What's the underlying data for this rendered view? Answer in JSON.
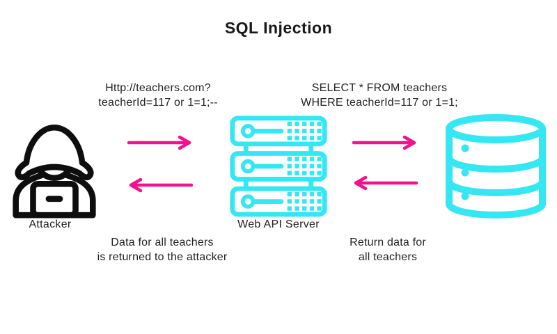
{
  "title": "SQL Injection",
  "colors": {
    "cyan": "#35e7f2",
    "pink": "#f5108e",
    "ink": "#0e0e0e",
    "text": "#1f1f1f"
  },
  "messages": {
    "request": {
      "line1": "Http://teachers.com?",
      "line2": "teacherId=117 or 1=1;--"
    },
    "query": {
      "line1": "SELECT * FROM teachers",
      "line2": "WHERE teacherId=117 or 1=1;"
    },
    "response_to_attacker": {
      "line1": "Data for all teachers",
      "line2": "is returned to the attacker"
    },
    "response_from_db": {
      "line1": "Return data for",
      "line2": "all teachers"
    }
  },
  "nodes": {
    "attacker": {
      "label": "Attacker",
      "icon": "hacker-icon"
    },
    "server": {
      "label": "Web API Server",
      "icon": "server-rack-icon"
    },
    "database": {
      "icon": "database-icon"
    }
  }
}
